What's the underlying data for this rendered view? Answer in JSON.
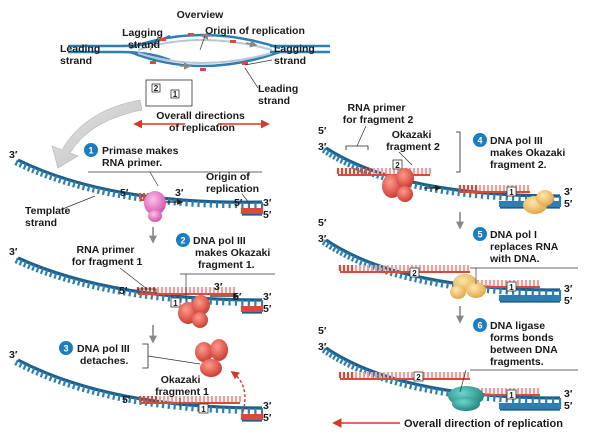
{
  "overview": {
    "title": "Overview",
    "lagging_strand_left": [
      "Lagging",
      "strand"
    ],
    "origin": "Origin of replication",
    "leading_strand_left": [
      "Leading",
      "strand"
    ],
    "lagging_strand_right": [
      "Lagging",
      "strand"
    ],
    "leading_strand_right": [
      "Leading",
      "strand"
    ],
    "box_numbers": [
      "2",
      "1"
    ],
    "directions": [
      "Overall directions",
      "of replication"
    ]
  },
  "steps": [
    {
      "number": "1",
      "text": [
        "Primase makes",
        "RNA primer."
      ]
    },
    {
      "number": "2",
      "text": [
        "DNA pol III",
        "makes Okazaki",
        "fragment 1."
      ]
    },
    {
      "number": "3",
      "text": [
        "DNA pol III",
        "detaches."
      ]
    },
    {
      "number": "4",
      "text": [
        "DNA pol III",
        "makes Okazaki",
        "fragment 2."
      ]
    },
    {
      "number": "5",
      "text": [
        "DNA pol I",
        "replaces RNA",
        "with DNA."
      ]
    },
    {
      "number": "6",
      "text": [
        "DNA ligase",
        "forms bonds",
        "between DNA",
        "fragments."
      ]
    }
  ],
  "labels": {
    "template_strand": [
      "Template",
      "strand"
    ],
    "origin_of_replication": [
      "Origin of",
      "replication"
    ],
    "rna_primer_fragment1": [
      "RNA primer",
      "for fragment 1"
    ],
    "okazaki_fragment1": [
      "Okazaki",
      "fragment 1"
    ],
    "rna_primer_fragment2": [
      "RNA primer",
      "for fragment 2"
    ],
    "okazaki_fragment2": [
      "Okazaki",
      "fragment 2"
    ],
    "overall_direction": "Overall direction of replication",
    "three_prime": "3′",
    "five_prime": "5′",
    "fragment_1": "1",
    "fragment_2": "2"
  },
  "colors": {
    "template": "#2c7fb0",
    "template_dark": "#1d5f89",
    "rna_primer": "#d94a3a",
    "new_dna": "#e8a2a0",
    "primase": "#e87fc6",
    "pol3": "#e35b4d",
    "pol1": "#f2c36b",
    "ligase": "#2aa39a",
    "step_circle": "#1b7ec2",
    "arrow_red": "#d23b2a",
    "arrow_gray": "#aaaaaa"
  }
}
